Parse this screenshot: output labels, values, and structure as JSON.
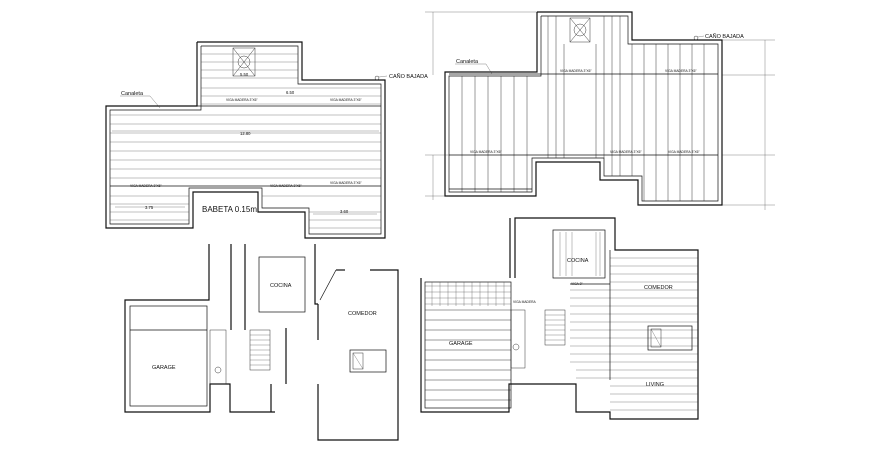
{
  "plans": {
    "roof_left": {
      "canaleta": "Canaleta",
      "cano_bajada": "CAÑO BAJADA",
      "dim_top": "5.50",
      "dim_mid": "6.50",
      "dim_main": "12.80",
      "dim_left_bottom": "3.75",
      "dim_right_bottom": "3.60",
      "babeta": "BABETA 0.15m",
      "vigas": [
        "VIGA MADERA 3\"X6\"",
        "VIGA MADERA 3\"X6\"",
        "VIGA MADERA 3\"X6\"",
        "VIGA MADERA 3\"X6\"",
        "VIGA MADERA 3\"X6\""
      ]
    },
    "roof_right": {
      "canaleta": "Canaleta",
      "cano_bajada": "CAÑO BAJADA",
      "vigas": [
        "VIGA MADERA 3\"X6\"",
        "VIGA MADERA 3\"X6\"",
        "VIGA MADERA 3\"X6\"",
        "VIGA MADERA 3\"X6\"",
        "VIGA MADERA 3\"X6\""
      ]
    },
    "ground_left": {
      "cocina": "COCINA",
      "comedor": "COMEDOR",
      "garage": "GARAGE"
    },
    "ground_right": {
      "cocina": "COCINA",
      "comedor": "COMEDOR",
      "garage": "GARAGE",
      "living": "LIVING",
      "viga_madera": "VIGA MADERA",
      "viga": "VIGA 3\""
    }
  }
}
